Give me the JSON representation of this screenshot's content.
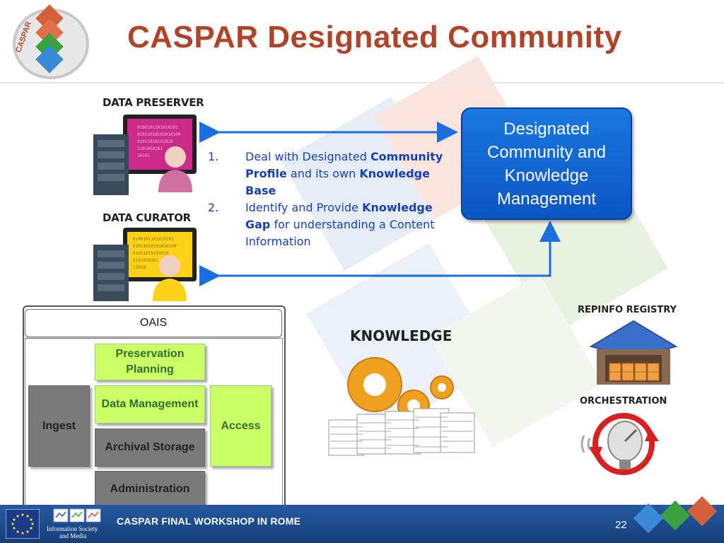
{
  "slide": {
    "title": "CASPAR Designated Community",
    "logo_text": "CASPAR",
    "page_number": "22"
  },
  "roles": {
    "preserver_label": "DATA PRESERVER",
    "curator_label": "DATA CURATOR"
  },
  "designated_community_box": {
    "lines": [
      "Designated",
      "Community and",
      "Knowledge",
      "Management"
    ]
  },
  "list": {
    "items": [
      {
        "number": "1.",
        "parts": [
          "Deal with Designated ",
          "Community Profile",
          " and its own ",
          "Knowledge Base"
        ]
      },
      {
        "number": "2.",
        "parts": [
          "Identify and Provide ",
          "Knowledge Gap",
          " for understanding a Content Information"
        ]
      }
    ]
  },
  "oais": {
    "header": "OAIS",
    "preservation_planning": "Preservation Planning",
    "data_management": "Data Management",
    "archival_storage": "Archival Storage",
    "administration": "Administration",
    "ingest": "Ingest",
    "access": "Access"
  },
  "knowledge_label": "KNOWLEDGE",
  "repinfo_label": "REPINFO REGISTRY",
  "orchestration_label": "ORCHESTRATION",
  "footer": {
    "workshop": "CASPAR FINAL WORKSHOP IN ROME",
    "info_society_line1": "Information Society",
    "info_society_line2": "and Media"
  },
  "colors": {
    "title": "#b0442a",
    "accent_blue": "#1a6ee0",
    "list_text": "#1740b8",
    "oais_green": "#ccff66",
    "oais_gray": "#7a7a7a",
    "footer_blue": "#1c4a8c"
  },
  "screen_readouts": {
    "binary_rows": [
      "0100101101010101",
      "01011010101010100",
      "01011010101010",
      "1101010101",
      "10101",
      "11010"
    ]
  }
}
